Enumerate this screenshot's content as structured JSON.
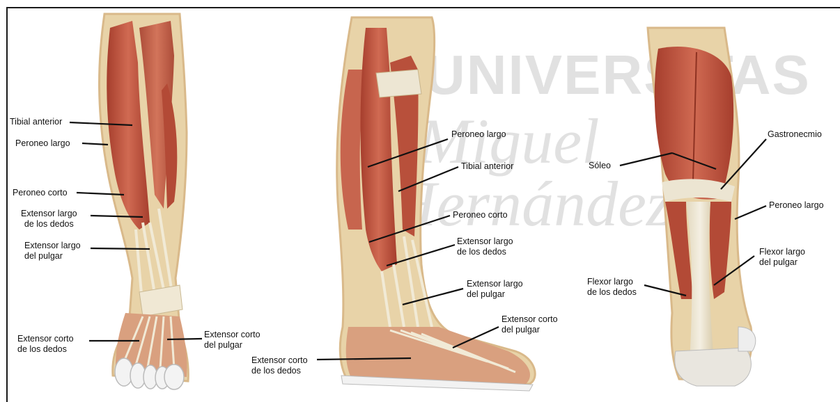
{
  "watermark": {
    "line1": "UNIVERSITAS",
    "line2": "Miguel",
    "line3": "Hernández"
  },
  "labels": {
    "anterior": {
      "tibial_anterior": "Tibial anterior",
      "peroneo_largo": "Peroneo largo",
      "peroneo_corto": "Peroneo corto",
      "extensor_largo_dedos": "Extensor largo\nde los dedos",
      "extensor_largo_pulgar": "Extensor largo\ndel pulgar",
      "extensor_corto_dedos": "Extensor corto\nde los dedos",
      "extensor_corto_pulgar": "Extensor corto\ndel pulgar"
    },
    "lateral": {
      "peroneo_largo": "Peroneo largo",
      "tibial_anterior": "Tibial anterior",
      "peroneo_corto": "Peroneo corto",
      "extensor_largo_dedos": "Extensor largo\nde los dedos",
      "extensor_largo_pulgar": "Extensor largo\ndel pulgar",
      "extensor_corto_pulgar": "Extensor corto\ndel pulgar",
      "extensor_corto_dedos": "Extensor corto\nde los dedos"
    },
    "posterior": {
      "soleo": "Sóleo",
      "gastronecmio": "Gastronecmio",
      "peroneo_largo": "Peroneo largo",
      "flexor_largo_pulgar": "Flexor largo\ndel pulgar",
      "flexor_largo_dedos": "Flexor largo\nde los dedos"
    }
  },
  "colors": {
    "muscle": "#c0553f",
    "muscle_dark": "#9a3a2a",
    "tendon": "#ece5d2",
    "skin_edge": "#d9b98a",
    "leader_line": "#111111"
  }
}
